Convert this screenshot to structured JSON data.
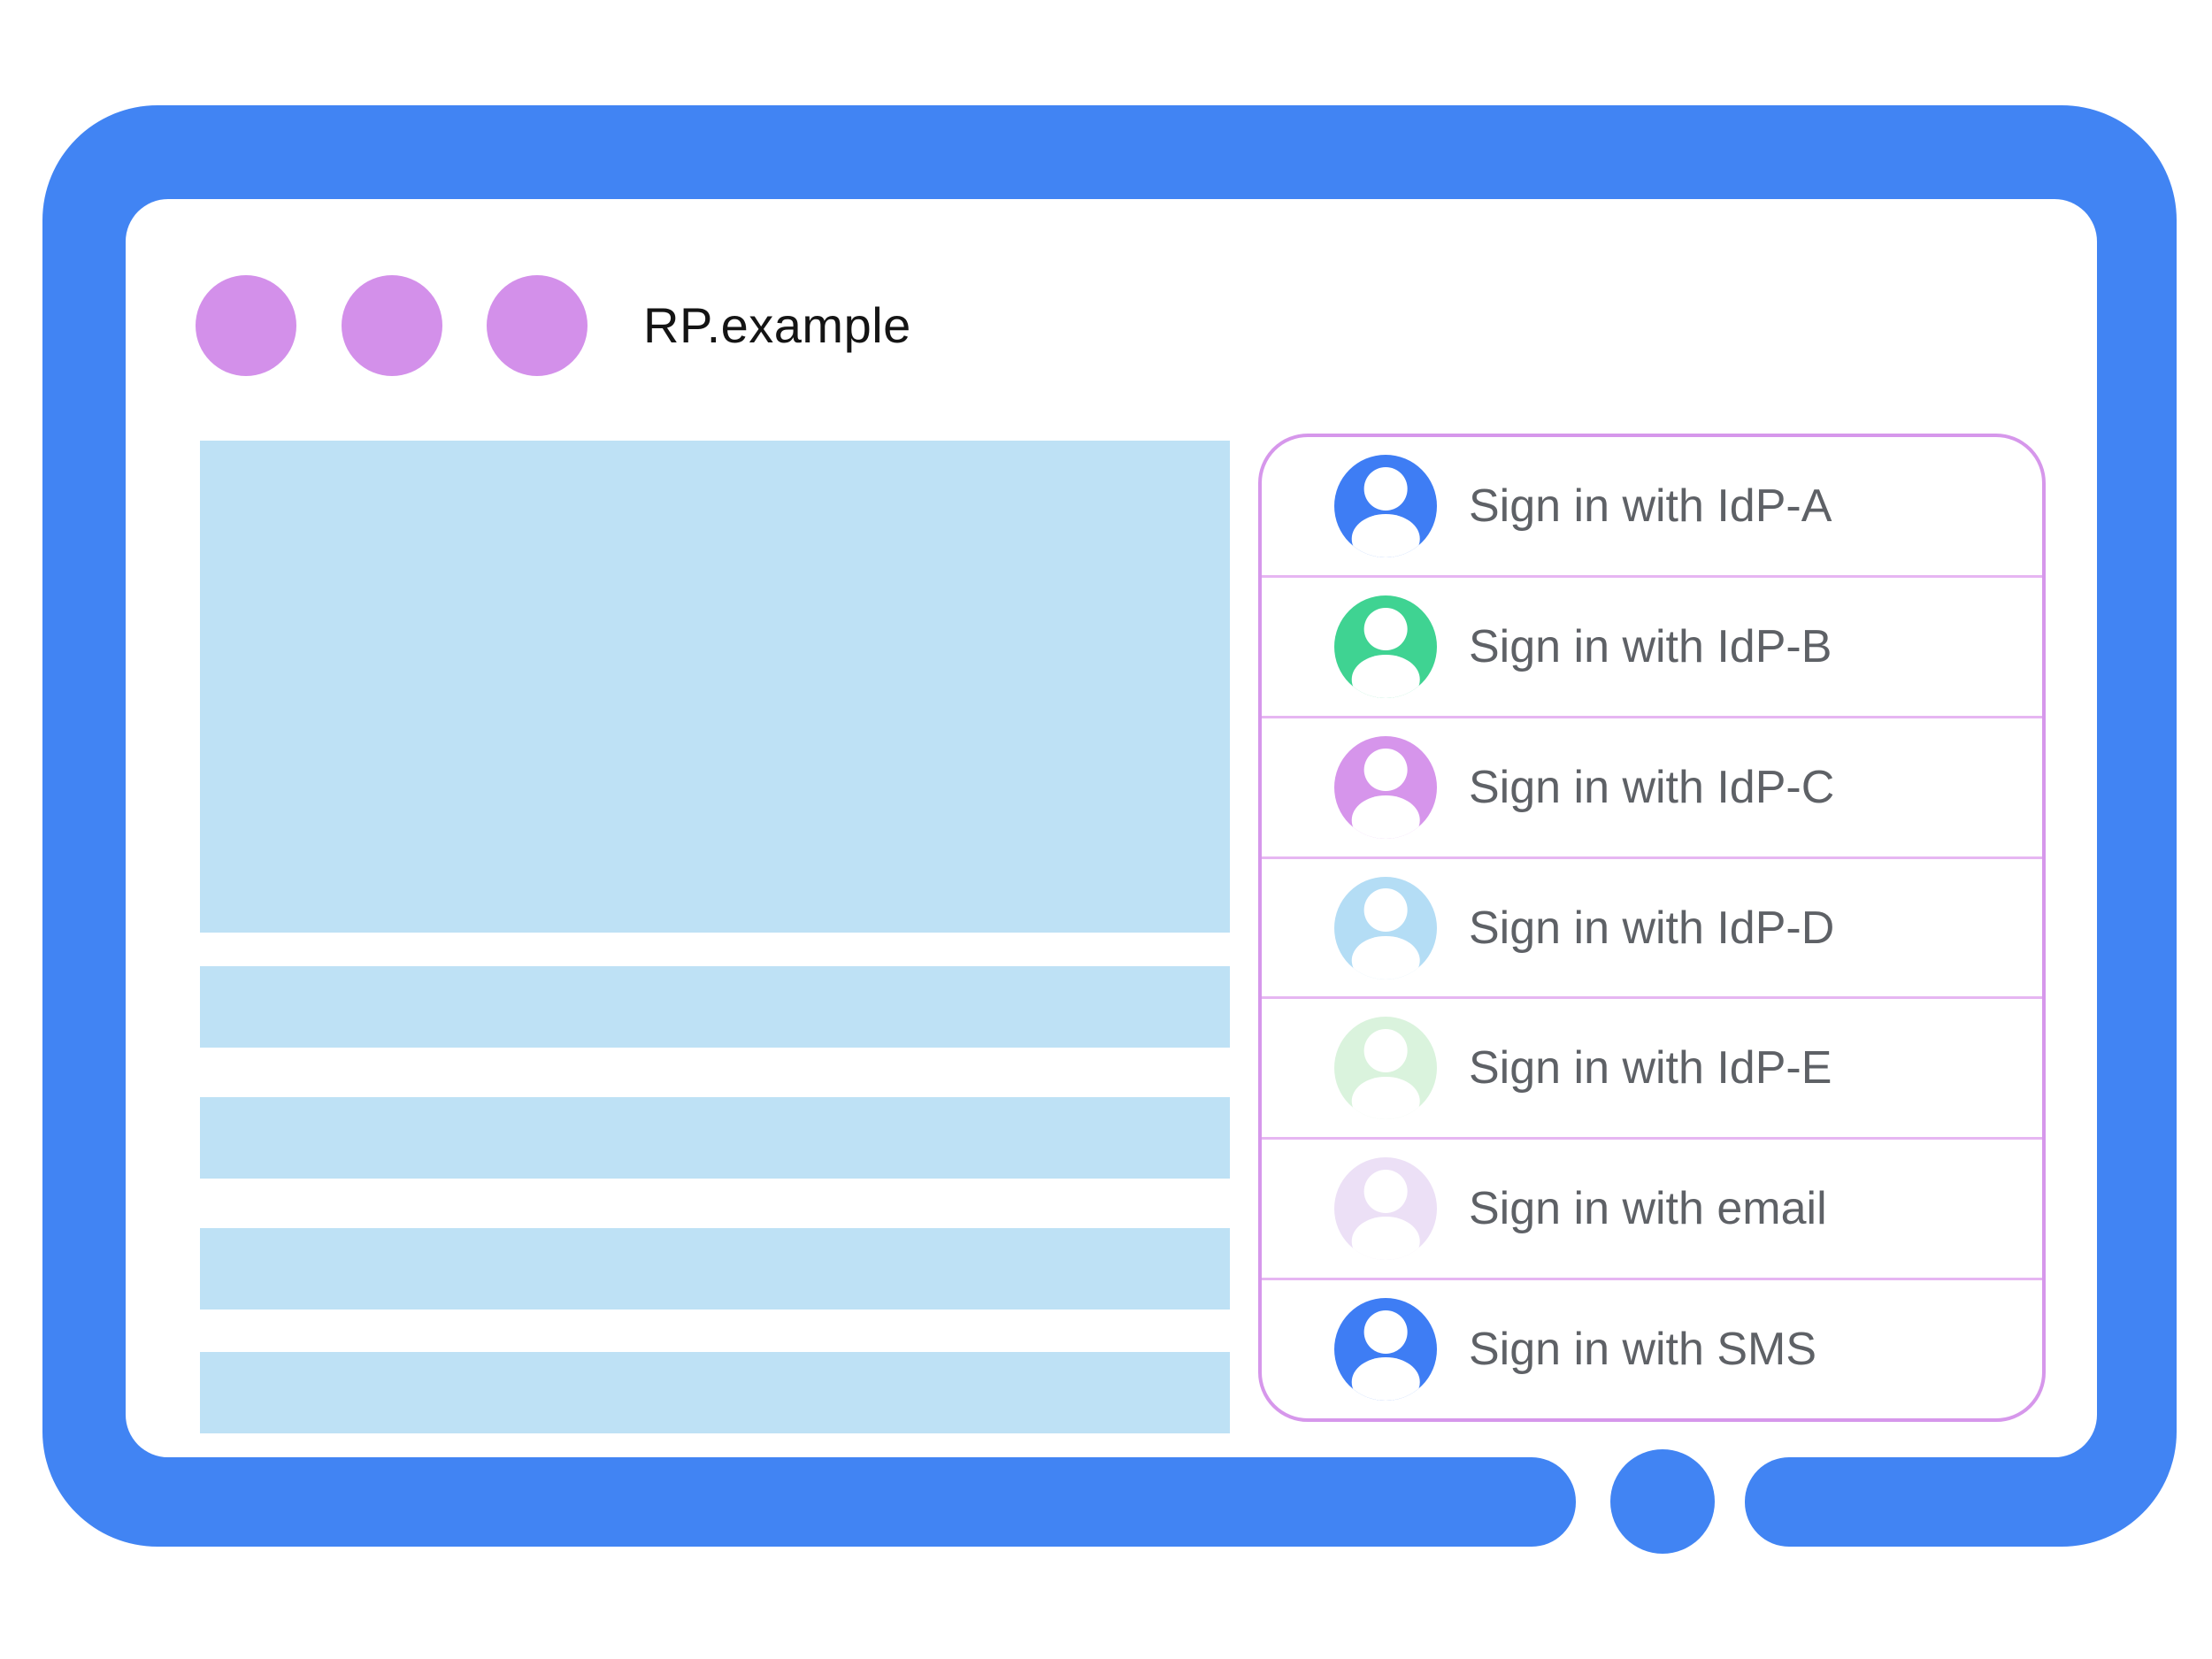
{
  "browser_window": {
    "title": "RP.example",
    "window_dot_color": "#D390EA",
    "frame_color": "#4184F3",
    "content_placeholder_color": "#BEE1F5"
  },
  "signin_dialog": {
    "border_color": "#D697EB",
    "divider_color": "#E6B6F2",
    "label_color": "#5E6166",
    "options": [
      {
        "label": "Sign in with IdP-A",
        "avatar_color": "#3E7DF4"
      },
      {
        "label": "Sign in with IdP-B",
        "avatar_color": "#3FD392"
      },
      {
        "label": "Sign in with IdP-C",
        "avatar_color": "#D695EB"
      },
      {
        "label": "Sign in with IdP-D",
        "avatar_color": "#B4DDF5"
      },
      {
        "label": "Sign in with IdP-E",
        "avatar_color": "#DAF3DD"
      },
      {
        "label": "Sign in with email",
        "avatar_color": "#ECE0F6"
      },
      {
        "label": "Sign in with SMS",
        "avatar_color": "#3E7DF4"
      }
    ]
  }
}
